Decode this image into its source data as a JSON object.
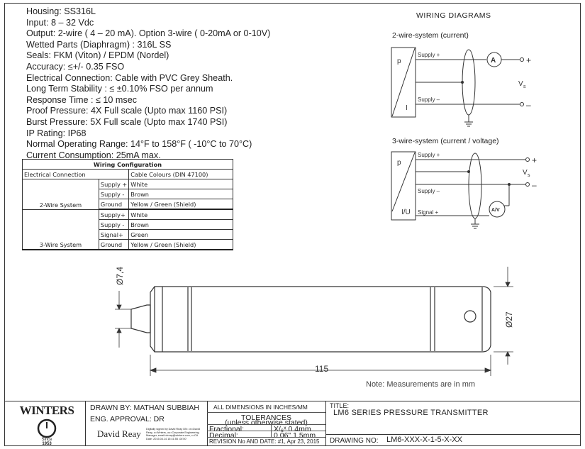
{
  "specs": [
    "Housing:  SS316L",
    "Input: 8 – 32 Vdc",
    "Output: 2-wire ( 4 – 20 mA). Option 3-wire ( 0-20mA or 0-10V)",
    "Wetted Parts (Diaphragm) : 316L SS",
    "Seals: FKM (Viton) / EPDM (Nordel)",
    "Accuracy: ≤+/- 0.35 FSO",
    "Electrical Connection: Cable with PVC Grey Sheath.",
    "Long Term Stability : ≤ ±0.10% FSO per annum",
    "Response Time : ≤ 10 msec",
    "Proof Pressure: 4X Full scale (Upto max 1160 PSI)",
    "Burst Pressure: 5X Full scale (Upto max 1740 PSI)",
    "IP Rating: IP68",
    "Normal Operating Range: 14°F to 158°F ( -10°C to 70°C)",
    "Current Consumption: 25mA max."
  ],
  "wiring_table": {
    "title": "Wiring Configuration",
    "col1": "Electrical Connection",
    "col3": "Cable Colours (DIN 47100)",
    "two_wire": {
      "label": "2-Wire System",
      "rows": [
        [
          "Supply +",
          "White"
        ],
        [
          "Supply -",
          "Brown"
        ],
        [
          "Ground",
          "Yellow / Green (Shield)"
        ]
      ]
    },
    "three_wire": {
      "label": "3-Wire System",
      "rows": [
        [
          "Supply+",
          "White"
        ],
        [
          "Supply -",
          "Brown"
        ],
        [
          "Signal+",
          "Green"
        ],
        [
          "Ground",
          "Yellow / Green (Shield)"
        ]
      ]
    }
  },
  "wiring_diagrams": {
    "title": "WIRING  DIAGRAMS",
    "two_wire": {
      "title": "2-wire-system (current)",
      "p": "p",
      "i": "I",
      "supply_plus": "Supply +",
      "supply_minus": "Supply –",
      "meter": "A",
      "plus": "+",
      "minus": "–",
      "vs": "V",
      "vs_sub": "s"
    },
    "three_wire": {
      "title": "3-wire-system (current / voltage)",
      "p": "p",
      "iu": "I/U",
      "supply_plus": "Supply +",
      "supply_minus": "Supply –",
      "signal_plus": "Signal +",
      "meter": "A/V",
      "plus": "+",
      "minus": "–",
      "vs": "V",
      "vs_sub": "s"
    }
  },
  "drawing": {
    "dim_small": "Ø7,4",
    "dim_large": "Ø27",
    "dim_length": "115",
    "note": "Note: Measurements are in mm"
  },
  "title_block": {
    "logo_text": "WINTERS",
    "logo_since": "Since",
    "logo_year": "1953",
    "drawn_by": "DRAWN BY: MATHAN SUBBIAH",
    "eng_approval": "ENG. APPROVAL: DR",
    "signature": "David Reay",
    "signature_note": "Digitally signed by David Reay DN: cn=David Reay, o=Winters, ou=Corporate Engineering Manager, email=dreay@winters.com, c=CA Date: 2015.04.14 15:41:55 -04'00'",
    "dimensions": "ALL DIMENSIONS IN INCHES/MM",
    "tolerances": "TOLERANCES",
    "tolerances_sub": "(unless otherwise stated)",
    "fractional_label": "Fractional:",
    "fractional_value": "X/₆ˣ 0.4mm",
    "decimal_label": "Decimal:",
    "decimal_value": "0.06\" 1.5mm",
    "revision": "REVISION No AND DATE:  #1, Apr 23, 2015",
    "title_label": "TITLE:",
    "title": "LM6  SERIES  PRESSURE  TRANSMITTER",
    "drawing_no_label": "DRAWING NO:",
    "drawing_no": "LM6-XXX-X-1-5-X-XX"
  }
}
